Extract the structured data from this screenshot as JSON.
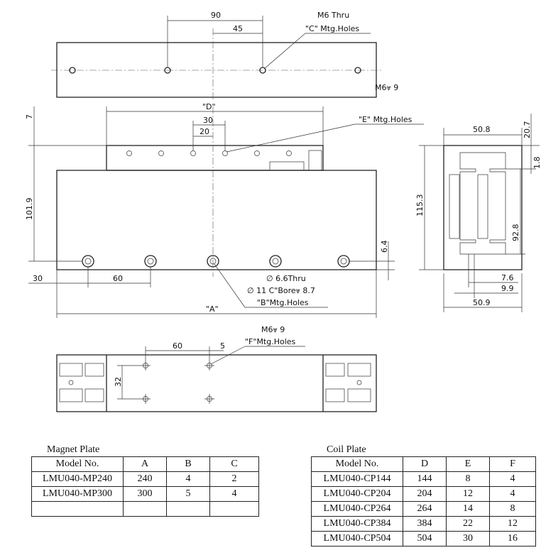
{
  "top_view": {
    "dim_90": "90",
    "dim_45": "45",
    "note_thread": "M6 Thru",
    "note_holes": "\"C\" Mtg.Holes"
  },
  "side_view": {
    "dim_D": "\"D\"",
    "dim_30": "30",
    "dim_20": "20",
    "dim_7": "7",
    "dim_101_9": "101.9",
    "dim_30_left": "30",
    "dim_60": "60",
    "dim_A": "\"A\"",
    "dim_6_4": "6.4",
    "note_e_thread": "M6⩔ 9",
    "note_e_holes": "\"E\" Mtg.Holes",
    "note_b_thru": "∅ 6.6Thru",
    "note_b_bore": "∅ 11 C\"Bore⩔ 8.7",
    "note_b_holes": "\"B\"Mtg.Holes"
  },
  "end_view": {
    "dim_50_8": "50.8",
    "dim_50_9": "50.9",
    "dim_115_3": "115.3",
    "dim_92_8": "92.8",
    "dim_20_7": "20.7",
    "dim_1_8": "1.8",
    "dim_7_6": "7.6",
    "dim_9_9": "9.9"
  },
  "bottom_view": {
    "dim_60": "60",
    "dim_5": "5",
    "dim_32": "32",
    "note_thread": "M6⩔ 9",
    "note_holes": "\"F\"Mtg.Holes"
  },
  "magnet_table": {
    "title": "Magnet Plate",
    "headers": [
      "Model No.",
      "A",
      "B",
      "C"
    ],
    "rows": [
      [
        "LMU040-MP240",
        "240",
        "4",
        "2"
      ],
      [
        "LMU040-MP300",
        "300",
        "5",
        "4"
      ],
      [
        "",
        "",
        "",
        ""
      ]
    ]
  },
  "coil_table": {
    "title": "Coil Plate",
    "headers": [
      "Model No.",
      "D",
      "E",
      "F"
    ],
    "rows": [
      [
        "LMU040-CP144",
        "144",
        "8",
        "4"
      ],
      [
        "LMU040-CP204",
        "204",
        "12",
        "4"
      ],
      [
        "LMU040-CP264",
        "264",
        "14",
        "8"
      ],
      [
        "LMU040-CP384",
        "384",
        "22",
        "12"
      ],
      [
        "LMU040-CP504",
        "504",
        "30",
        "16"
      ]
    ]
  }
}
